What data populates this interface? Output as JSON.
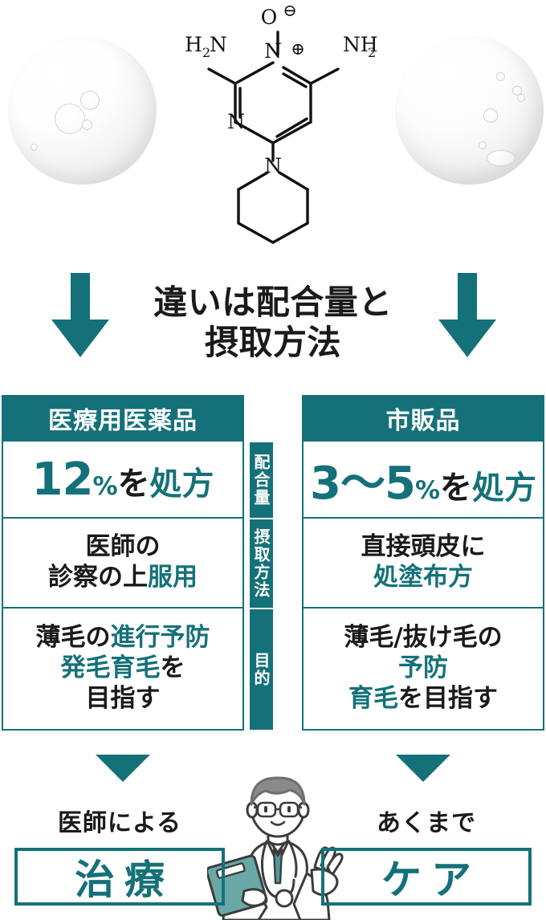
{
  "headline": {
    "line1": "違いは配合量と",
    "line2": "摂取方法"
  },
  "molecule": {
    "name": "minoxidil-structure",
    "labels": {
      "amine_left": "H",
      "amine_left_sub": "2",
      "amine_left_n": "N",
      "amine_right": "NH",
      "amine_right_sub": "2",
      "ring_n_left": "N",
      "ring_n_plus": "N",
      "oxide_o": "O",
      "charge_minus": "⊖",
      "charge_plus": "⊕",
      "piperidine_n": "N"
    }
  },
  "table": {
    "columns": [
      {
        "key": "prescription",
        "header": "医療用医薬品",
        "dose": {
          "value": "12",
          "unit": "%",
          "suffix_black": "を",
          "suffix_teal": "処方"
        },
        "method": {
          "line1_black": "医師の",
          "line2_black": "診察の上",
          "line2_teal": "服用"
        },
        "purpose": {
          "line1_black": "薄毛の",
          "line1_teal": "進行予防",
          "line2_teal": "発毛育毛",
          "line2_black": "を",
          "line3_black": "目指す"
        }
      },
      {
        "key": "otc",
        "header": "市販品",
        "dose": {
          "value": "3〜5",
          "unit": "%",
          "suffix_black": "を",
          "suffix_teal": "処方"
        },
        "method": {
          "line1_black": "直接頭皮に",
          "line2_teal": "処塗布方"
        },
        "purpose": {
          "line1_black": "薄毛/抜け毛の",
          "line2_teal": "予防",
          "line3_teal": "育毛",
          "line3_black": "を目指す"
        }
      }
    ],
    "row_labels": [
      "配合量",
      "摂取方法",
      "目的"
    ]
  },
  "conclusion": {
    "left": {
      "label": "医師による",
      "box": "治療"
    },
    "right": {
      "label": "あくまで",
      "box": "ケア"
    }
  },
  "colors": {
    "teal": "#157179",
    "ink": "#1a1a1a",
    "white": "#ffffff",
    "doctor_accent": "#6aa8a8",
    "doctor_hair": "#8a8a8a"
  }
}
